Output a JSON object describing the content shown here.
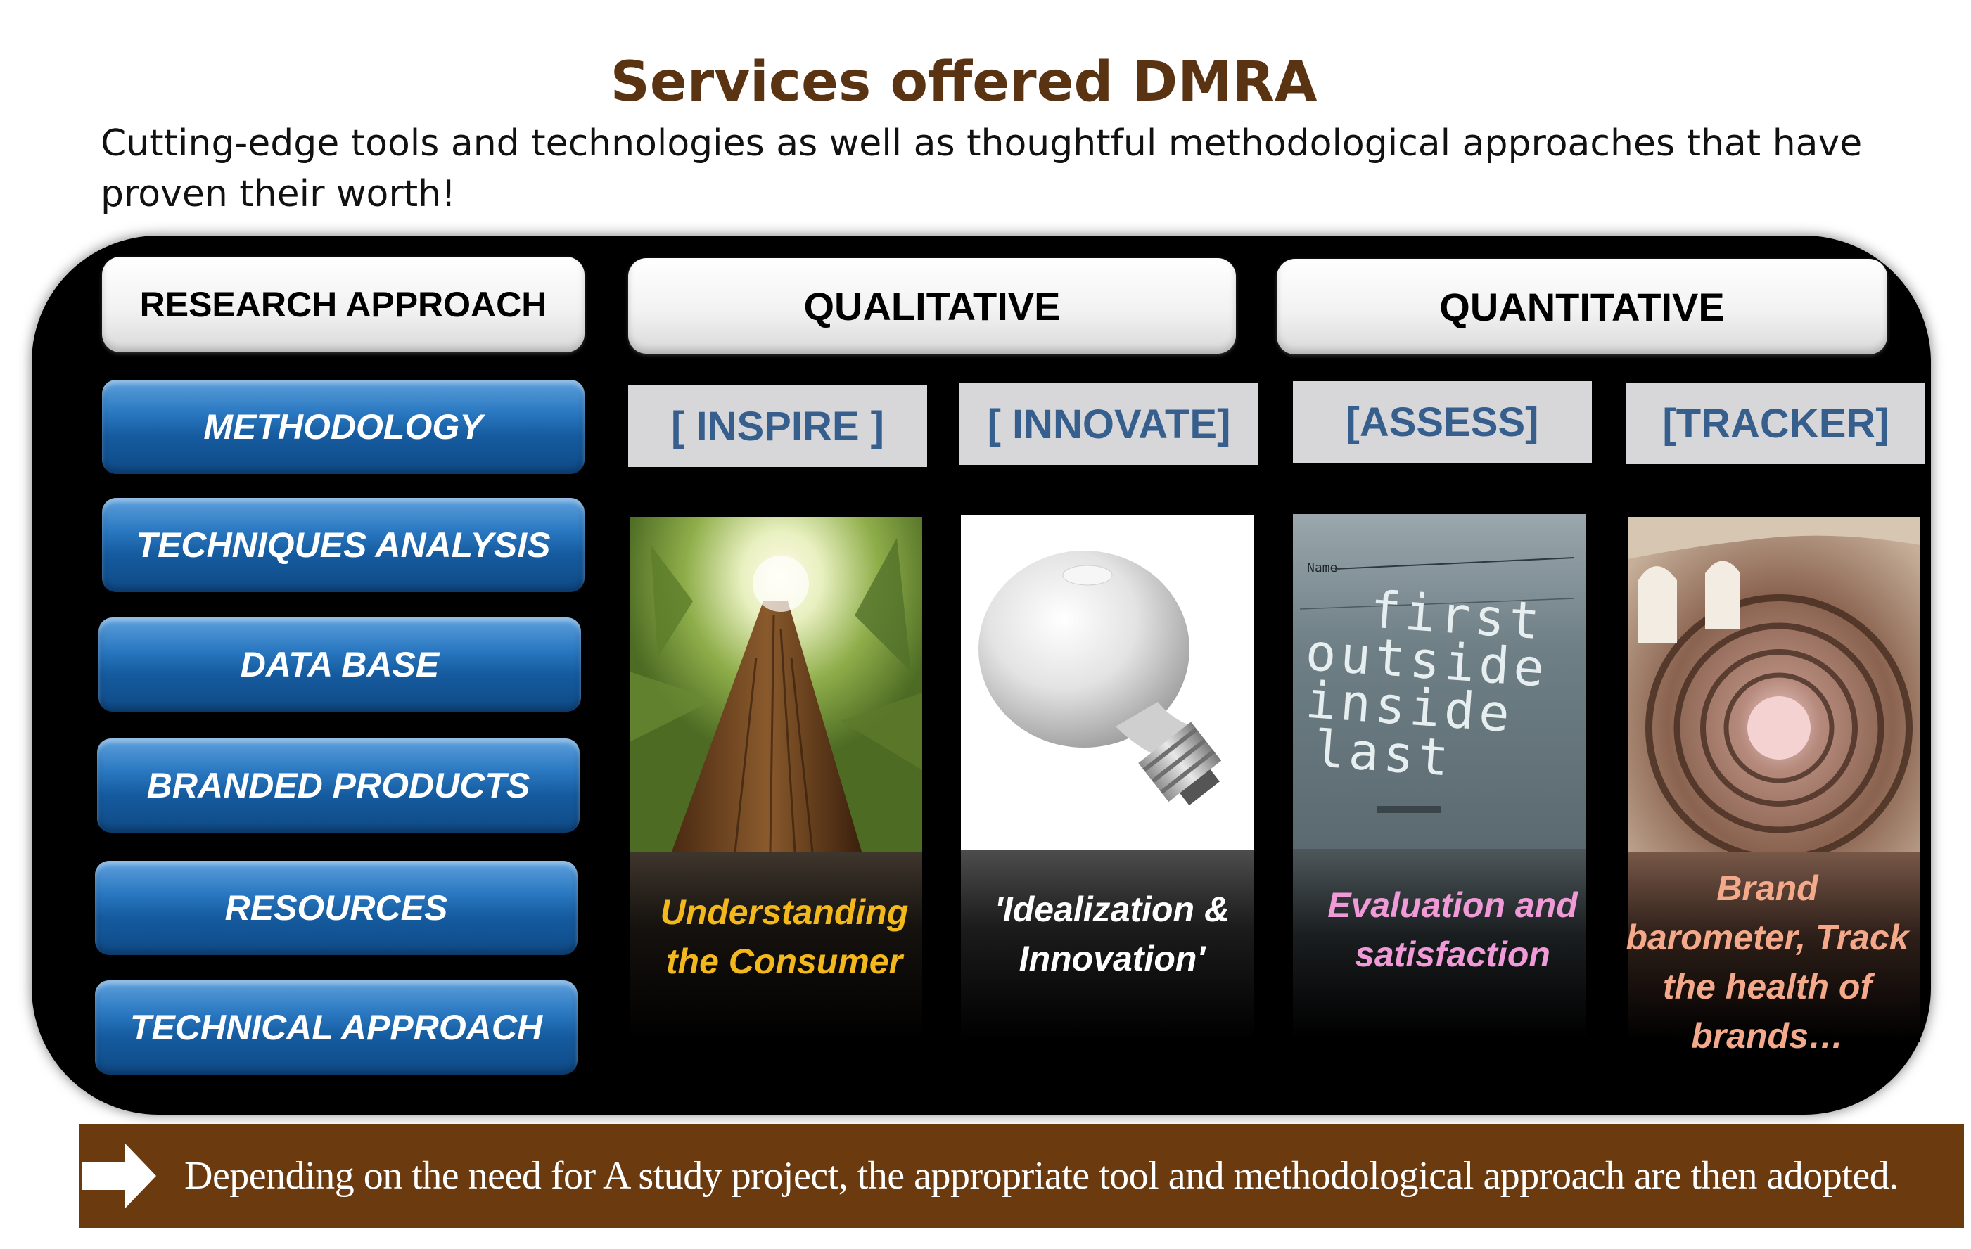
{
  "title": "Services offered DMRA",
  "subtitle": "Cutting-edge tools and technologies as well as thoughtful methodological approaches that have proven their worth!",
  "headers": {
    "research": "RESEARCH APPROACH",
    "qualitative": "QUALITATIVE",
    "quantitative": "QUANTITATIVE"
  },
  "menu": [
    "METHODOLOGY",
    "TECHNIQUES ANALYSIS",
    "DATA BASE",
    "BRANDED PRODUCTS",
    "RESOURCES",
    "TECHNICAL APPROACH"
  ],
  "columns": [
    {
      "tag": "[ INSPIRE ]",
      "caption": "Understanding the Consumer",
      "caption_color": "#f2b81c",
      "image": "tree-photo"
    },
    {
      "tag": "[ INNOVATE]",
      "caption": "'Idealization & Innovation'",
      "caption_color": "#ffffff",
      "image": "light-bulb-photo"
    },
    {
      "tag": "[ASSESS]",
      "caption": "Evaluation and satisfaction",
      "caption_color": "#f09ad8",
      "image": "notebook-photo"
    },
    {
      "tag": "[TRACKER]",
      "caption": "Brand barometer, Track the health of brands…",
      "caption_color": "#f4a98a",
      "image": "spiral-staircase-photo"
    }
  ],
  "notebook_text": {
    "label": "Name",
    "lines": [
      "first",
      "outside",
      "inside",
      "last"
    ]
  },
  "footer": "Depending on the need for A study project, the appropriate tool and methodological approach are then adopted.",
  "colors": {
    "title": "#5a3313",
    "footer_bg": "#6b3a0f",
    "button_blue": "#1b63a8",
    "tag_text": "#365f8e"
  }
}
